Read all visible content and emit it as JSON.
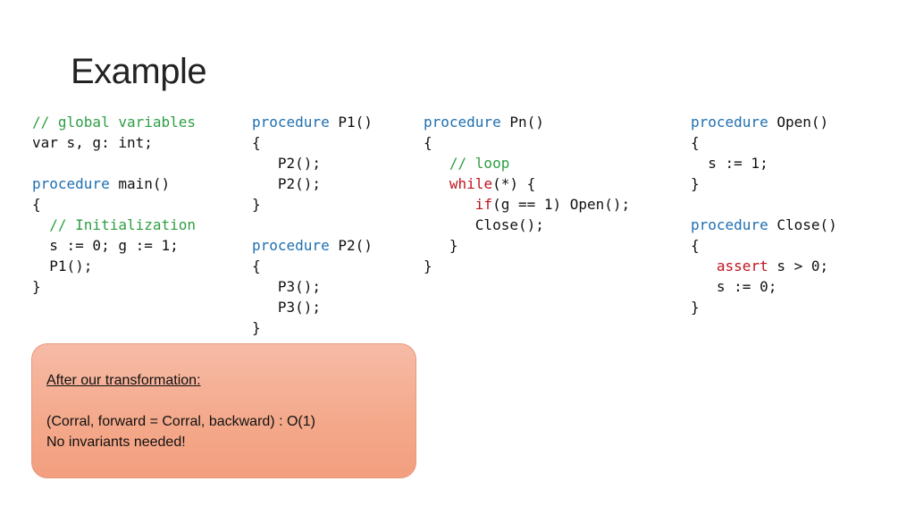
{
  "slide": {
    "title": "Example"
  },
  "code": {
    "col1": [
      [
        {
          "t": "// global variables",
          "c": "cm"
        }
      ],
      [
        {
          "t": "var s, g: int;",
          "c": ""
        }
      ],
      [],
      [
        {
          "t": "procedure",
          "c": "kw"
        },
        {
          "t": " main()",
          "c": ""
        }
      ],
      [
        {
          "t": "{",
          "c": ""
        }
      ],
      [
        {
          "t": "  // Initialization",
          "c": "cm"
        }
      ],
      [
        {
          "t": "  s := 0; g := 1;",
          "c": ""
        }
      ],
      [
        {
          "t": "  P1();",
          "c": ""
        }
      ],
      [
        {
          "t": "}",
          "c": ""
        }
      ]
    ],
    "col2": [
      [
        {
          "t": "procedure",
          "c": "kw"
        },
        {
          "t": " P1()",
          "c": ""
        }
      ],
      [
        {
          "t": "{",
          "c": ""
        }
      ],
      [
        {
          "t": "   P2();",
          "c": ""
        }
      ],
      [
        {
          "t": "   P2();",
          "c": ""
        }
      ],
      [
        {
          "t": "}",
          "c": ""
        }
      ],
      [],
      [
        {
          "t": "procedure",
          "c": "kw"
        },
        {
          "t": " P2()",
          "c": ""
        }
      ],
      [
        {
          "t": "{",
          "c": ""
        }
      ],
      [
        {
          "t": "   P3();",
          "c": ""
        }
      ],
      [
        {
          "t": "   P3();",
          "c": ""
        }
      ],
      [
        {
          "t": "}",
          "c": ""
        }
      ]
    ],
    "col3": [
      [
        {
          "t": "procedure",
          "c": "kw"
        },
        {
          "t": " Pn()",
          "c": ""
        }
      ],
      [
        {
          "t": "{",
          "c": ""
        }
      ],
      [
        {
          "t": "   // loop",
          "c": "cm"
        }
      ],
      [
        {
          "t": "   ",
          "c": ""
        },
        {
          "t": "while",
          "c": "rd"
        },
        {
          "t": "(*) {",
          "c": ""
        }
      ],
      [
        {
          "t": "      ",
          "c": ""
        },
        {
          "t": "if",
          "c": "rd"
        },
        {
          "t": "(g == 1) Open();",
          "c": ""
        }
      ],
      [
        {
          "t": "      Close();",
          "c": ""
        }
      ],
      [
        {
          "t": "   }",
          "c": ""
        }
      ],
      [
        {
          "t": "}",
          "c": ""
        }
      ]
    ],
    "col4": [
      [
        {
          "t": "procedure",
          "c": "kw"
        },
        {
          "t": " Open()",
          "c": ""
        }
      ],
      [
        {
          "t": "{",
          "c": ""
        }
      ],
      [
        {
          "t": "  s := 1;",
          "c": ""
        }
      ],
      [
        {
          "t": "}",
          "c": ""
        }
      ],
      [],
      [
        {
          "t": "procedure",
          "c": "kw"
        },
        {
          "t": " Close()",
          "c": ""
        }
      ],
      [
        {
          "t": "{",
          "c": ""
        }
      ],
      [
        {
          "t": "   ",
          "c": ""
        },
        {
          "t": "assert",
          "c": "rd"
        },
        {
          "t": " s > 0;",
          "c": ""
        }
      ],
      [
        {
          "t": "   s := 0;",
          "c": ""
        }
      ],
      [
        {
          "t": "}",
          "c": ""
        }
      ]
    ]
  },
  "note": {
    "heading": "After our transformation:",
    "line1": "(Corral, forward = Corral, backward) : O(1)",
    "line2": "No invariants needed!"
  }
}
